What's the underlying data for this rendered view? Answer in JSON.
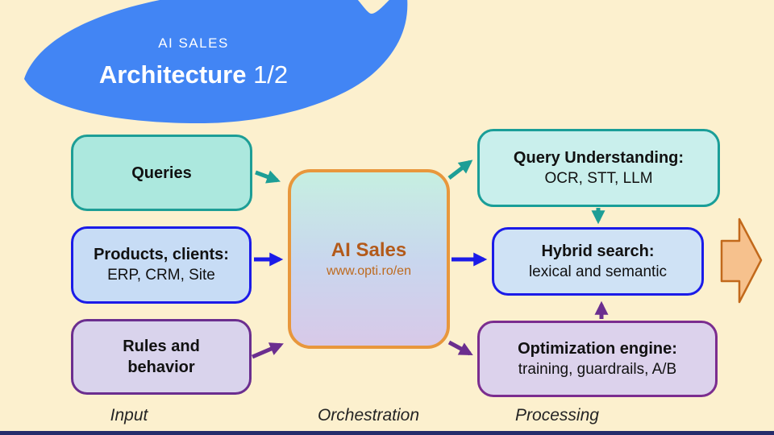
{
  "slide": {
    "eyebrow": "AI SALES",
    "title": "Architecture",
    "title_suffix": "1/2"
  },
  "boxes": {
    "queries": {
      "title": "Queries"
    },
    "products": {
      "title": "Products, clients:",
      "subtitle": "ERP, CRM, Site"
    },
    "rules": {
      "title": "Rules and behavior"
    },
    "orchestrator": {
      "title": "AI Sales",
      "subtitle": "www.opti.ro/en"
    },
    "query_understanding": {
      "title": "Query Understanding:",
      "subtitle": "OCR, STT, LLM"
    },
    "hybrid_search": {
      "title": "Hybrid search:",
      "subtitle": "lexical and semantic"
    },
    "optimization": {
      "title": "Optimization engine:",
      "subtitle": "training, guardrails, A/B"
    }
  },
  "lanes": {
    "input": "Input",
    "orchestration": "Orchestration",
    "processing": "Processing"
  },
  "connections": [
    {
      "from": "queries",
      "to": "orchestrator",
      "color": "teal"
    },
    {
      "from": "orchestrator",
      "to": "query_understanding",
      "color": "teal"
    },
    {
      "from": "query_understanding",
      "to": "hybrid_search",
      "color": "teal"
    },
    {
      "from": "products",
      "to": "orchestrator",
      "color": "blue"
    },
    {
      "from": "orchestrator",
      "to": "hybrid_search",
      "color": "blue"
    },
    {
      "from": "rules",
      "to": "orchestrator",
      "color": "purple"
    },
    {
      "from": "orchestrator",
      "to": "optimization",
      "color": "purple"
    },
    {
      "from": "optimization",
      "to": "hybrid_search",
      "color": "purple"
    }
  ],
  "palette": {
    "background": "#FCF0CE",
    "blob_blue": "#4285F4",
    "teal": "#1D9E96",
    "blue": "#1B1BE8",
    "purple": "#6B2E8F",
    "orange_border": "#E8973C",
    "big_arrow_fill": "#F6C18D",
    "big_arrow_stroke": "#C2691B",
    "footer_bar": "#252C6B"
  }
}
